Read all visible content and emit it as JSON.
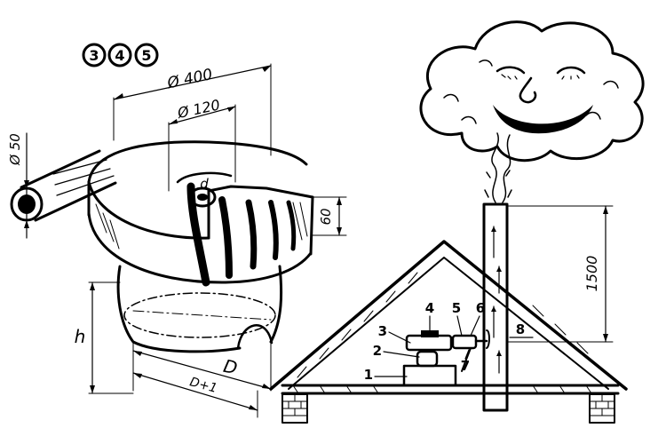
{
  "figure_badges": [
    "3",
    "4",
    "5"
  ],
  "dimensions": {
    "outer_diameter": "Ø 400",
    "inner_diameter": "Ø 120",
    "pipe_diameter": "Ø 50",
    "ring_height": "60",
    "h": "h",
    "D": "D",
    "D_plus": "D+1",
    "d": "d",
    "chimney_height": "1500"
  },
  "callouts": [
    "1",
    "2",
    "3",
    "4",
    "5",
    "6",
    "7",
    "8"
  ]
}
